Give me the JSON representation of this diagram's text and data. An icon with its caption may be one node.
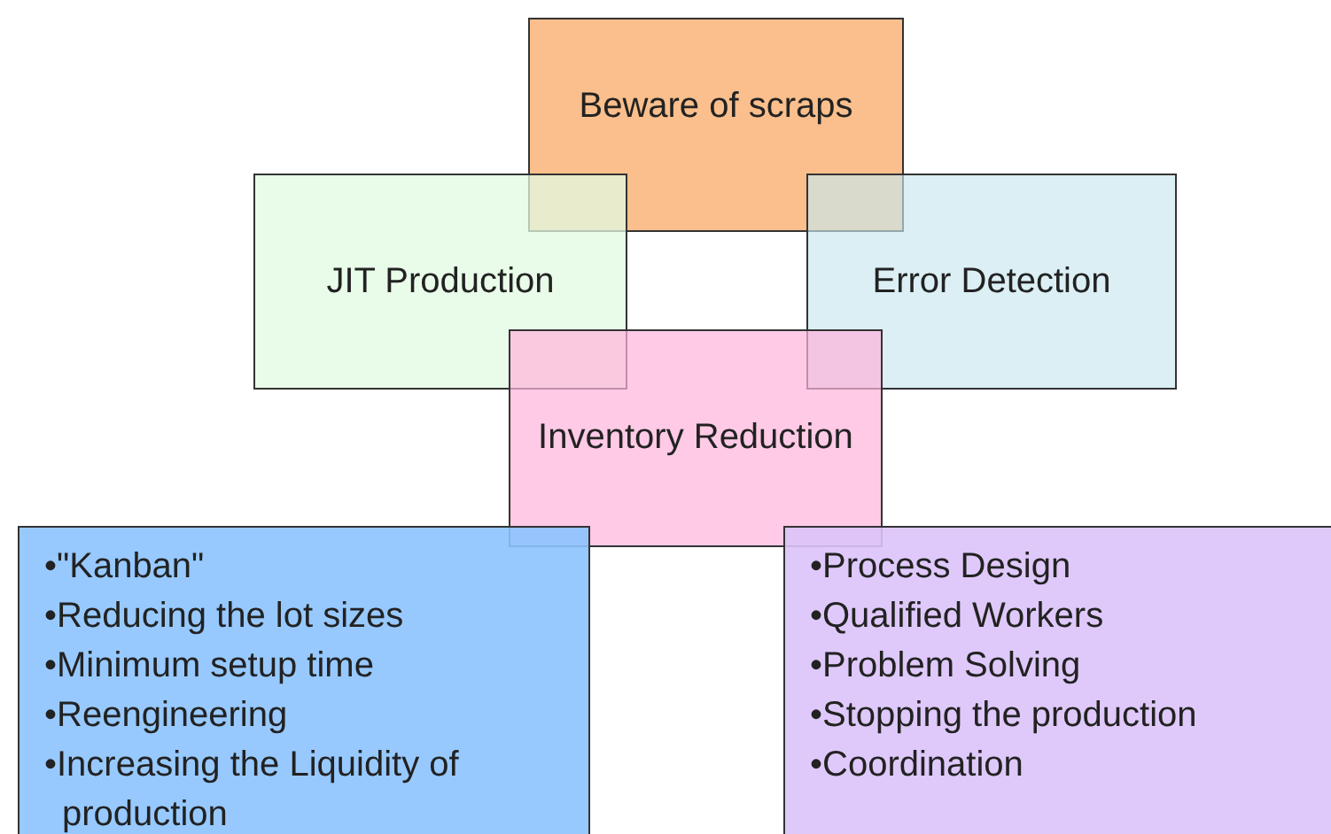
{
  "diagram": {
    "nodes": [
      {
        "text": [
          "Beware of scraps"
        ]
      },
      {
        "text": [
          "JIT Production"
        ]
      },
      {
        "text": [
          "Error Detection"
        ]
      },
      {
        "text": [
          "Inventory Reduction"
        ]
      },
      {
        "text": [
          "•\"Kanban\"",
          "•Reducing the lot sizes",
          "•Minimum setup time",
          "•Reengineering",
          "•Increasing the Liquidity of production"
        ]
      },
      {
        "text": [
          "•Process Design",
          "•Qualified Workers",
          "•Problem Solving",
          "•Stopping the production",
          "•Coordination"
        ]
      }
    ]
  }
}
